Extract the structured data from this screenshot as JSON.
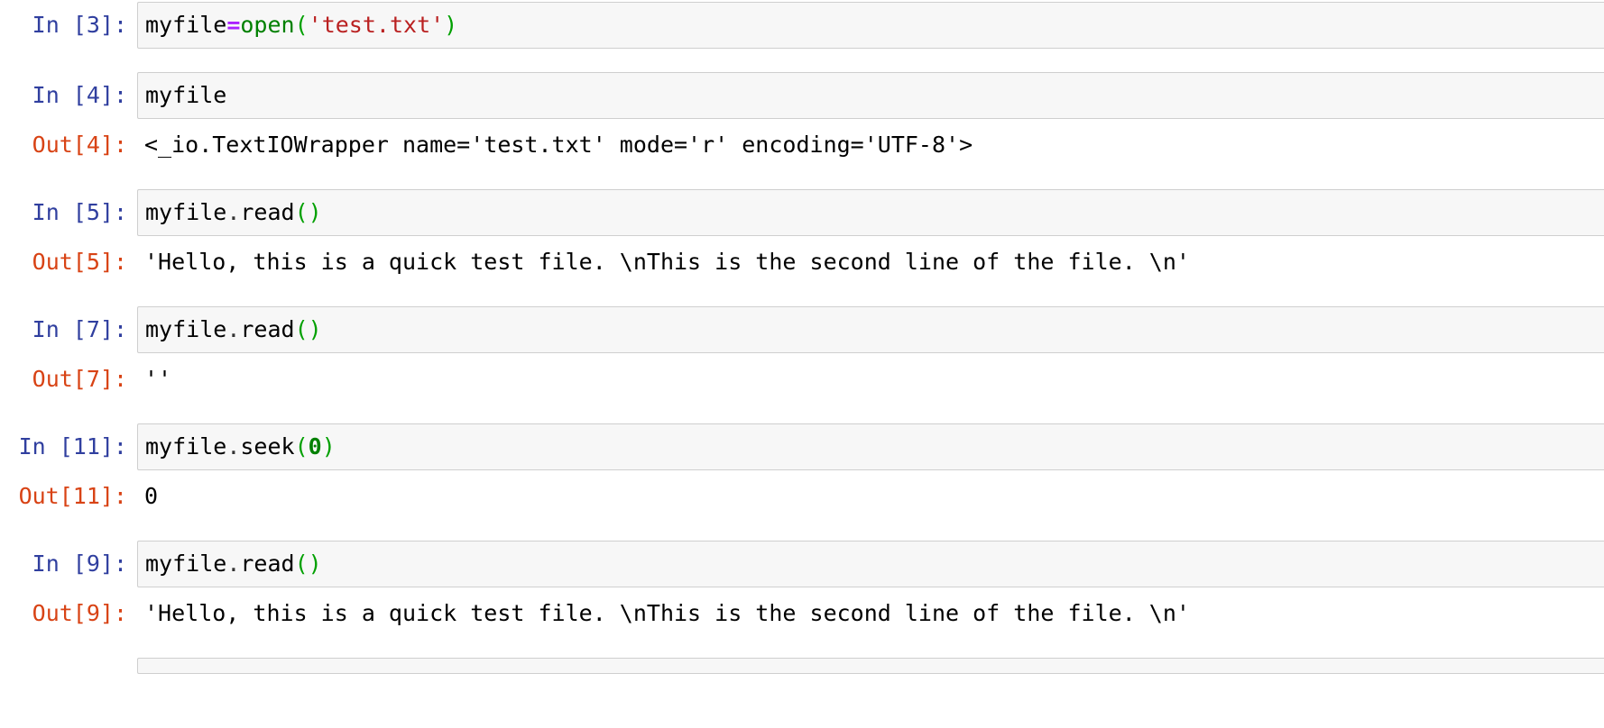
{
  "notebook": {
    "cells": [
      {
        "id": "cell-3",
        "prompt_in": "In [3]:",
        "code_tokens": [
          {
            "text": "myfile",
            "type": "name"
          },
          {
            "text": "=",
            "type": "operator"
          },
          {
            "text": "open",
            "type": "builtin"
          },
          {
            "text": "(",
            "type": "paren"
          },
          {
            "text": "'test.txt'",
            "type": "string"
          },
          {
            "text": ")",
            "type": "paren"
          }
        ],
        "has_output": false
      },
      {
        "id": "cell-4",
        "prompt_in": "In [4]:",
        "code_tokens": [
          {
            "text": "myfile",
            "type": "name"
          }
        ],
        "has_output": true,
        "prompt_out": "Out[4]:",
        "output_text": "<_io.TextIOWrapper name='test.txt' mode='r' encoding='UTF-8'>"
      },
      {
        "id": "cell-5",
        "prompt_in": "In [5]:",
        "code_tokens": [
          {
            "text": "myfile",
            "type": "name"
          },
          {
            "text": ".",
            "type": "punct"
          },
          {
            "text": "read",
            "type": "name"
          },
          {
            "text": "()",
            "type": "paren"
          }
        ],
        "has_output": true,
        "prompt_out": "Out[5]:",
        "output_text": "'Hello, this is a quick test file. \\nThis is the second line of the file. \\n'"
      },
      {
        "id": "cell-7",
        "prompt_in": "In [7]:",
        "code_tokens": [
          {
            "text": "myfile",
            "type": "name"
          },
          {
            "text": ".",
            "type": "punct"
          },
          {
            "text": "read",
            "type": "name"
          },
          {
            "text": "()",
            "type": "paren"
          }
        ],
        "has_output": true,
        "prompt_out": "Out[7]:",
        "output_text": "''"
      },
      {
        "id": "cell-11",
        "prompt_in": "In [11]:",
        "code_tokens": [
          {
            "text": "myfile",
            "type": "name"
          },
          {
            "text": ".",
            "type": "punct"
          },
          {
            "text": "seek",
            "type": "name"
          },
          {
            "text": "(",
            "type": "paren"
          },
          {
            "text": "0",
            "type": "number"
          },
          {
            "text": ")",
            "type": "paren"
          }
        ],
        "has_output": true,
        "prompt_out": "Out[11]:",
        "output_text": "0"
      },
      {
        "id": "cell-9",
        "prompt_in": "In [9]:",
        "code_tokens": [
          {
            "text": "myfile",
            "type": "name"
          },
          {
            "text": ".",
            "type": "punct"
          },
          {
            "text": "read",
            "type": "name"
          },
          {
            "text": "()",
            "type": "paren"
          }
        ],
        "has_output": true,
        "prompt_out": "Out[9]:",
        "output_text": "'Hello, this is a quick test file. \\nThis is the second line of the file. \\n'"
      },
      {
        "id": "cell-partial",
        "prompt_in": "",
        "code_tokens": [],
        "has_output": false,
        "partial": true
      }
    ]
  },
  "colors": {
    "prompt_in": "#303F9F",
    "prompt_out": "#D84315",
    "input_background": "#F7F7F7",
    "input_border": "#CFCFCF",
    "string_literal": "#BA2121",
    "builtin_function": "#008000",
    "operator": "#AA22FF",
    "number_literal": "#008000",
    "page_background": "#FFFFFF"
  }
}
